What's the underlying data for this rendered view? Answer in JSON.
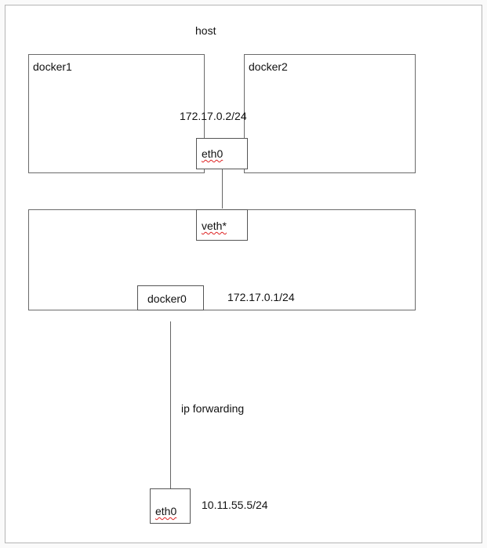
{
  "host": {
    "label": "host"
  },
  "containers": [
    {
      "label": "docker1"
    },
    {
      "label": "docker2"
    }
  ],
  "container_ip": "172.17.0.2/24",
  "container_eth": "eth0",
  "bridge": {
    "veth_label": "veth*",
    "docker0_label": "docker0",
    "ip": "172.17.0.1/24"
  },
  "link_label": "ip forwarding",
  "host_eth": {
    "label": "eth0",
    "ip": "10.11.55.5/24"
  },
  "colors": {
    "border": "#6b6b6b",
    "misspell_underline": "#d22"
  }
}
